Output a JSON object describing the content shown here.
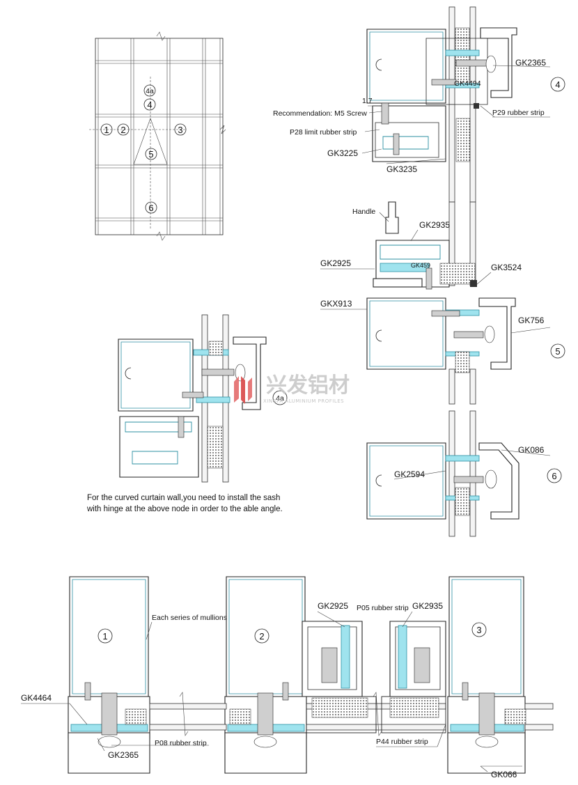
{
  "elevation": {
    "markers": [
      "1",
      "2",
      "3",
      "4",
      "4a",
      "5",
      "6"
    ]
  },
  "node4": {
    "marker": "4",
    "dimension": "1.7",
    "labels": {
      "gk2365": "GK2365",
      "gk4494": "GK4494",
      "p29": "P29 rubber strip",
      "m5": "Recommendation: M5 Screw",
      "p28": "P28 limit rubber strip",
      "gk3225": "GK3225",
      "gk3235": "GK3235"
    }
  },
  "node5": {
    "marker": "5",
    "labels": {
      "handle": "Handle",
      "gk2935": "GK2935",
      "gk2925": "GK2925",
      "gk459": "GK459",
      "gk3524": "GK3524",
      "gkx913": "GKX913",
      "gk756": "GK756"
    }
  },
  "node6": {
    "marker": "6",
    "labels": {
      "gk086": "GK086",
      "gk2594": "GK2594"
    }
  },
  "node4a": {
    "marker": "4a",
    "note_line1": "For the curved curtain wall,you need to install the sash",
    "note_line2": "with hinge at the above node in order to the able angle."
  },
  "watermark": {
    "cn": "兴发铝材",
    "en": "XINGFA ALUMINIUM PROFILES"
  },
  "horizontal": {
    "markers": [
      "1",
      "2",
      "3"
    ],
    "labels": {
      "mullions": "Each series of mullions",
      "gk4464": "GK4464",
      "gk2365": "GK2365",
      "p08": "P08 rubber strip",
      "gk2925": "GK2925",
      "p05": "P05 rubber strip",
      "gk2935": "GK2935",
      "p44": "P44 rubber strip",
      "gk066": "GK066"
    }
  }
}
